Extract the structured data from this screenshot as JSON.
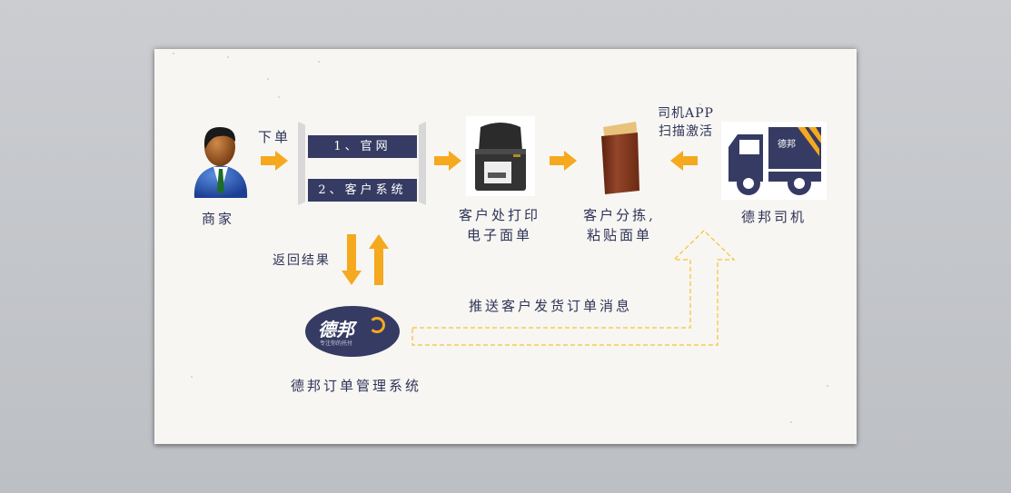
{
  "colors": {
    "navy": "#363b63",
    "arrow": "#f5a91e",
    "dashed": "#f5c232",
    "slide_bg": "#f7f6f2",
    "page_bg": "#c4c6ca",
    "text": "#2e3358"
  },
  "nodes": {
    "merchant": {
      "label": "商家",
      "icon": "businessman-icon"
    },
    "place_order": {
      "label": "下单"
    },
    "channels": [
      {
        "label": "1、官网"
      },
      {
        "label": "2、客户系统"
      }
    ],
    "printer": {
      "label_line1": "客户处打印",
      "label_line2": "电子面单",
      "icon": "label-printer-icon"
    },
    "package": {
      "label_line1": "客户分拣,",
      "label_line2": "粘贴面单",
      "icon": "package-bag-icon"
    },
    "driver_app": {
      "label_line1": "司机APP",
      "label_line2": "扫描激活"
    },
    "driver": {
      "label": "德邦司机",
      "icon": "delivery-truck-icon",
      "truck_logo": "德邦"
    },
    "return_result": {
      "label": "返回结果"
    },
    "oms": {
      "label": "德邦订单管理系统",
      "logo_text": "德邦",
      "logo_slogan": "专注你的托付"
    },
    "push_message": {
      "label": "推送客户发货订单消息"
    }
  }
}
